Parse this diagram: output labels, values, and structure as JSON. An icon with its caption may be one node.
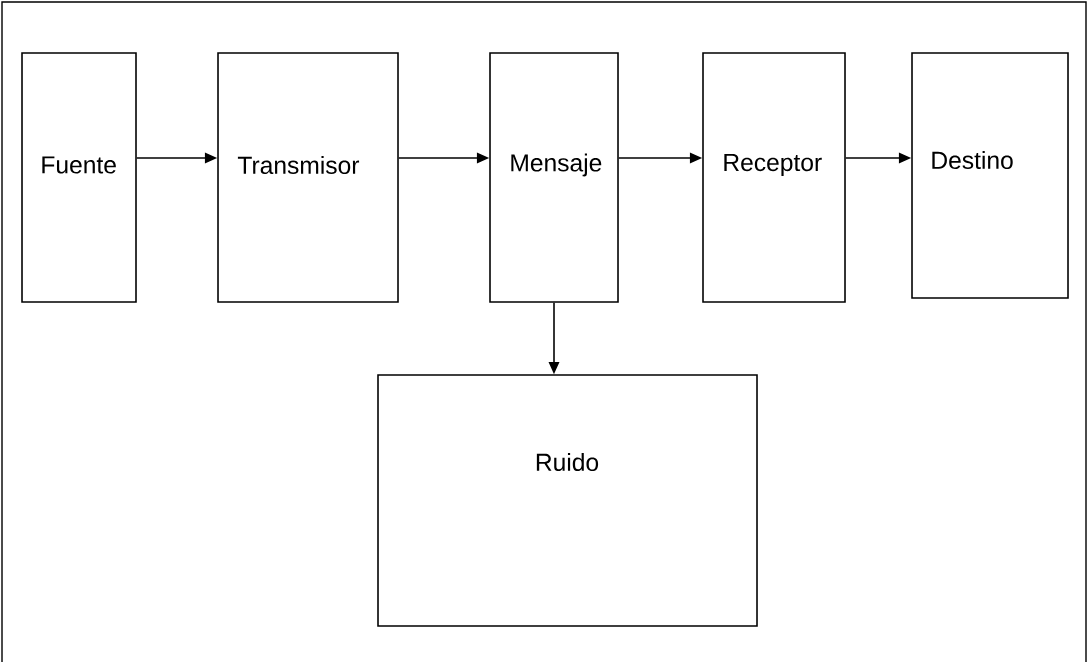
{
  "diagram": {
    "nodes": [
      {
        "text": [
          "Fuente"
        ]
      },
      {
        "text": [
          "Transmisor"
        ]
      },
      {
        "text": [
          "Mensaje"
        ]
      },
      {
        "text": [
          "Receptor"
        ]
      },
      {
        "text": [
          "Destino"
        ]
      },
      {
        "text": [
          "Ruido"
        ]
      }
    ],
    "edges": [
      {
        "from": 0,
        "to": 1,
        "arrow": "to"
      },
      {
        "from": 1,
        "to": 2,
        "arrow": "to"
      },
      {
        "from": 2,
        "to": 3,
        "arrow": "to"
      },
      {
        "from": 3,
        "to": 4,
        "arrow": "to"
      },
      {
        "from": 2,
        "to": 5,
        "arrow": "to"
      }
    ]
  }
}
